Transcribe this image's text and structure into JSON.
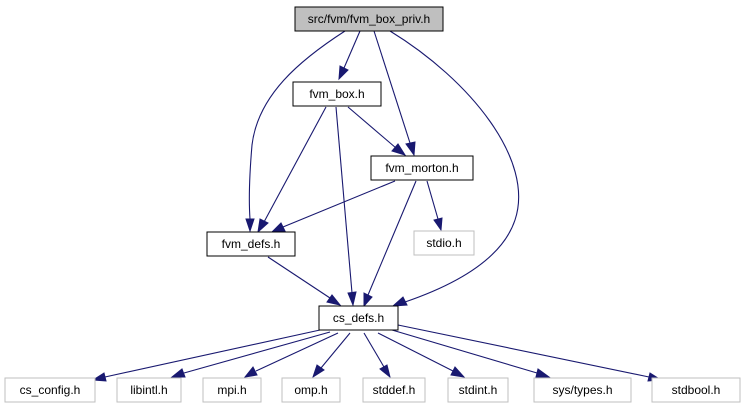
{
  "nodes": {
    "fvm_box_priv": "src/fvm/fvm_box_priv.h",
    "fvm_box": "fvm_box.h",
    "fvm_morton": "fvm_morton.h",
    "fvm_defs": "fvm_defs.h",
    "stdio": "stdio.h",
    "cs_defs": "cs_defs.h",
    "cs_config": "cs_config.h",
    "libintl": "libintl.h",
    "mpi": "mpi.h",
    "omp": "omp.h",
    "stddef": "stddef.h",
    "stdint": "stdint.h",
    "sys_types": "sys/types.h",
    "stdbool": "stdbool.h"
  },
  "colors": {
    "edge": "#191970",
    "root_fill": "#bfbfbf",
    "node_border": "#000000",
    "external_border": "#bfbfbf"
  }
}
